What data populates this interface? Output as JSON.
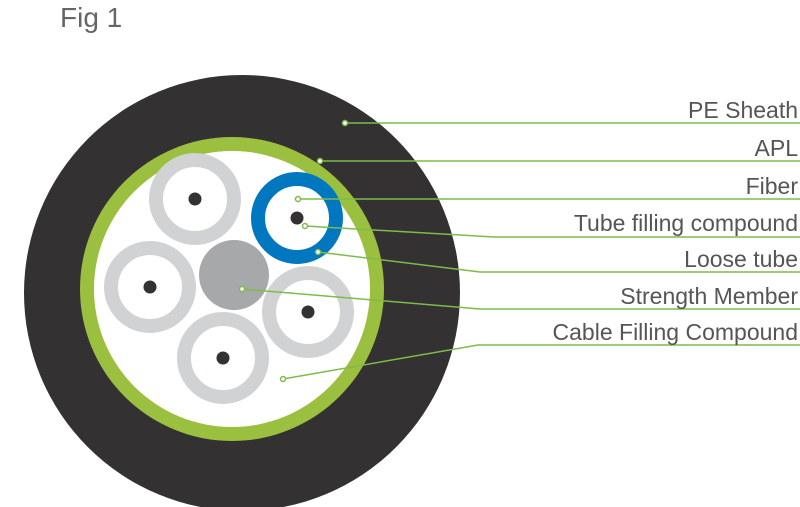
{
  "figure_label": "Fig 1",
  "colors": {
    "sheath": "#333132",
    "apl": "#9BBF3E",
    "loose_tube_highlight": "#0077BE",
    "tube_gray": "#D1D2D4",
    "strength_member": "#A7A8AA",
    "fiber": "#333132",
    "leader": "#7DBB4A",
    "text": "#555555"
  },
  "labels": [
    {
      "id": "pe-sheath",
      "text": "PE Sheath"
    },
    {
      "id": "apl",
      "text": "APL"
    },
    {
      "id": "fiber",
      "text": "Fiber"
    },
    {
      "id": "tube-filling-compound",
      "text": "Tube filling compound"
    },
    {
      "id": "loose-tube",
      "text": "Loose tube"
    },
    {
      "id": "strength-member",
      "text": "Strength Member"
    },
    {
      "id": "cable-filling-compound",
      "text": "Cable Filling Compound"
    }
  ]
}
